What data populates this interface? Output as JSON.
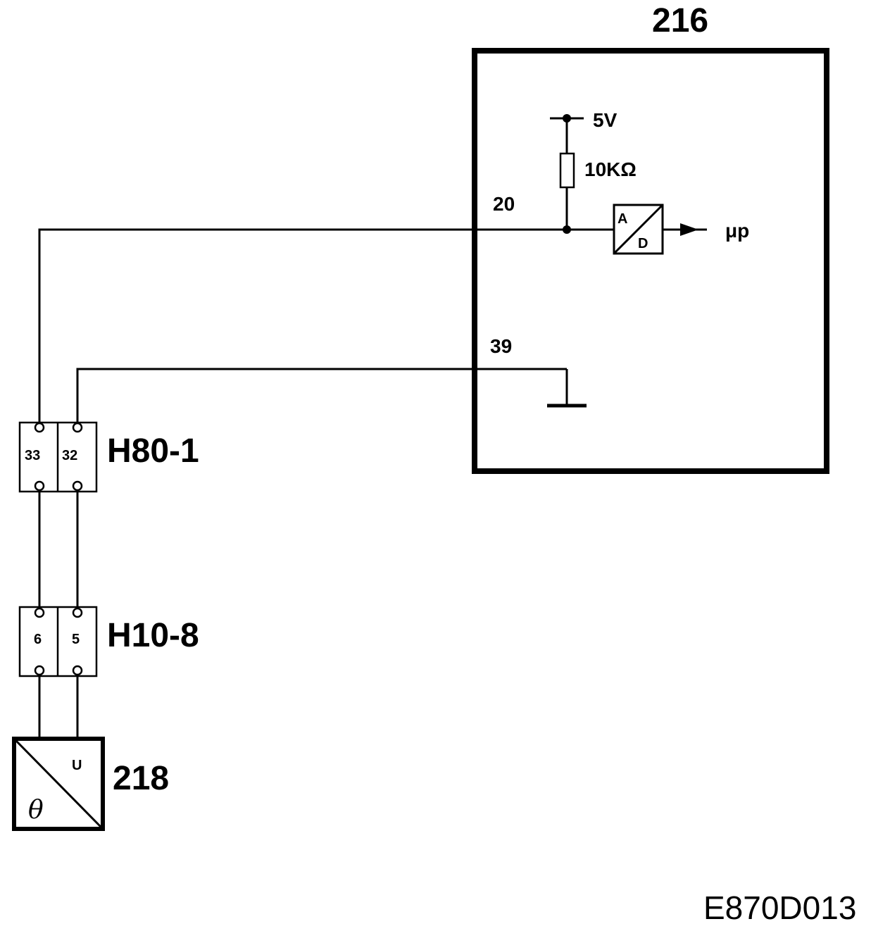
{
  "ecu": {
    "label": "216",
    "supply_label": "5V",
    "resistor_label": "10KΩ",
    "pin_signal": "20",
    "pin_ground": "39",
    "converter_in": "A",
    "converter_out": "D",
    "output_label": "μp"
  },
  "connector_h80": {
    "label": "H80-1",
    "pin_left": "33",
    "pin_right": "32"
  },
  "connector_h10": {
    "label": "H10-8",
    "pin_left": "6",
    "pin_right": "5"
  },
  "sensor": {
    "label": "218",
    "input_symbol": "θ",
    "output_symbol": "U"
  },
  "reference_code": "E870D013"
}
